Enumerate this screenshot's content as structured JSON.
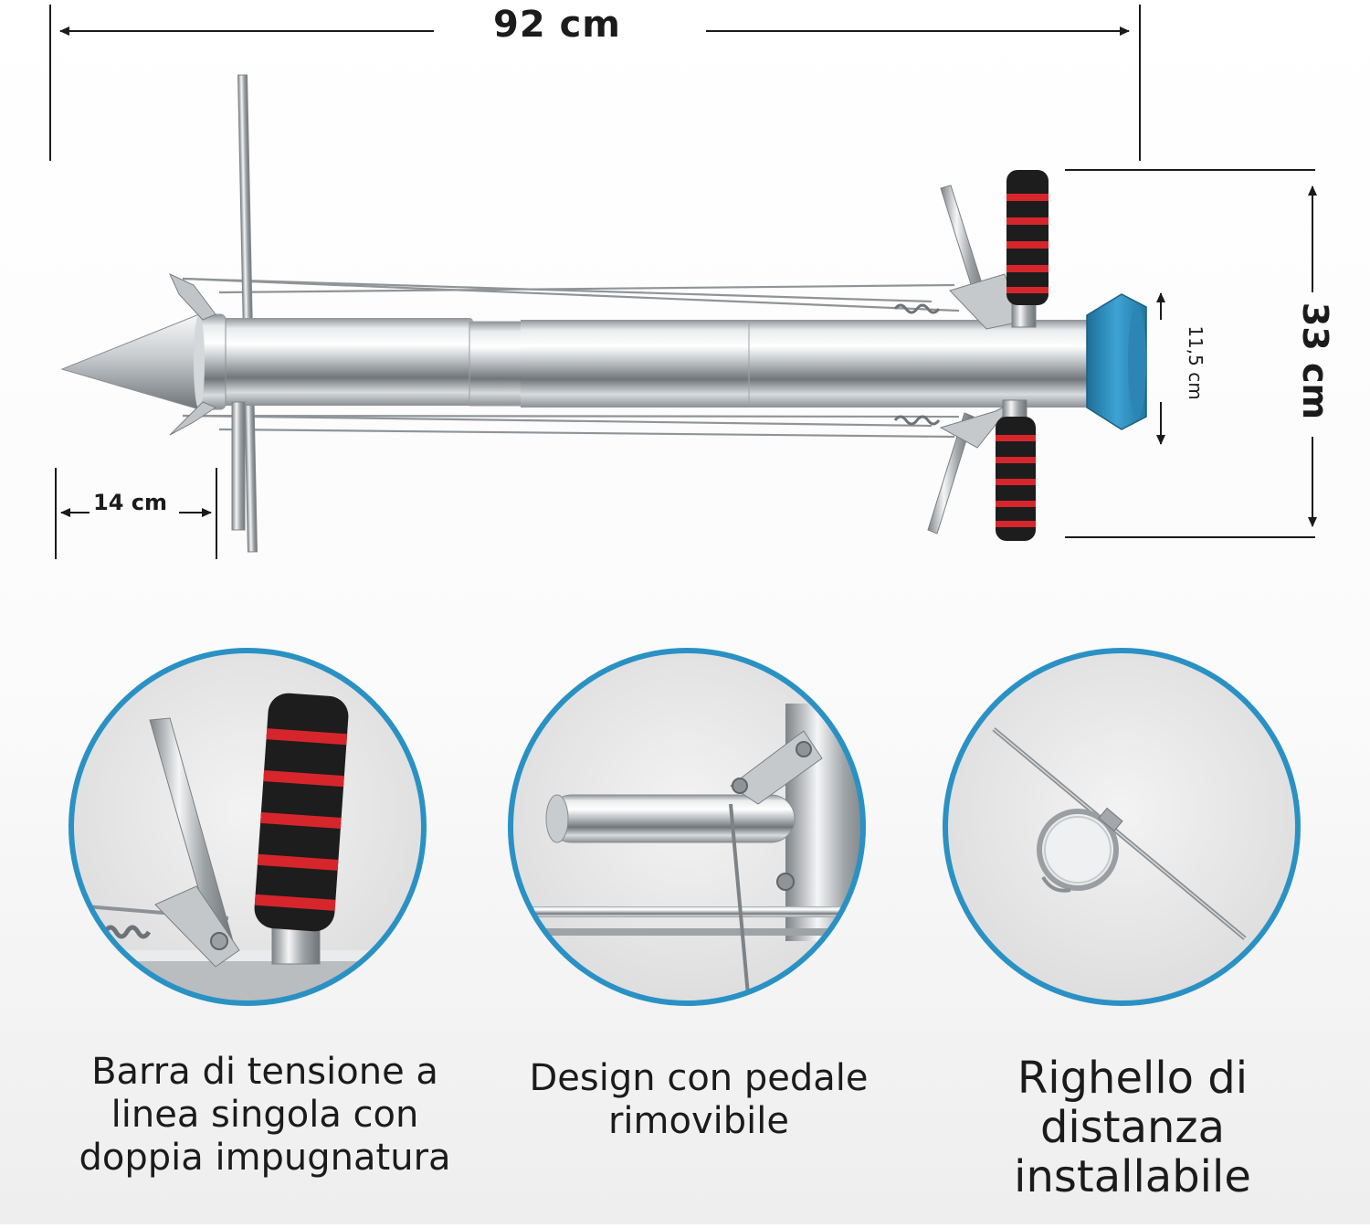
{
  "dimensions": {
    "total_length": "92 cm",
    "height": "33 cm",
    "mouth_diameter": "11,5 cm",
    "cone_length": "14 cm"
  },
  "features": [
    {
      "caption": "Barra di tensione a linea singola con doppia impugnatura",
      "icon": "handle-grip-closeup"
    },
    {
      "caption": "Design con pedale rimovibile",
      "icon": "removable-pedal-closeup"
    },
    {
      "caption": "Righello di distanza installabile",
      "icon": "distance-ruler-closeup"
    }
  ],
  "colors": {
    "circle_border": "#2a91c4",
    "mouth_blue": "#2f8fbf",
    "grip_red": "#d6262b",
    "grip_black": "#1d1d1d",
    "steel": "#c9cccf"
  }
}
